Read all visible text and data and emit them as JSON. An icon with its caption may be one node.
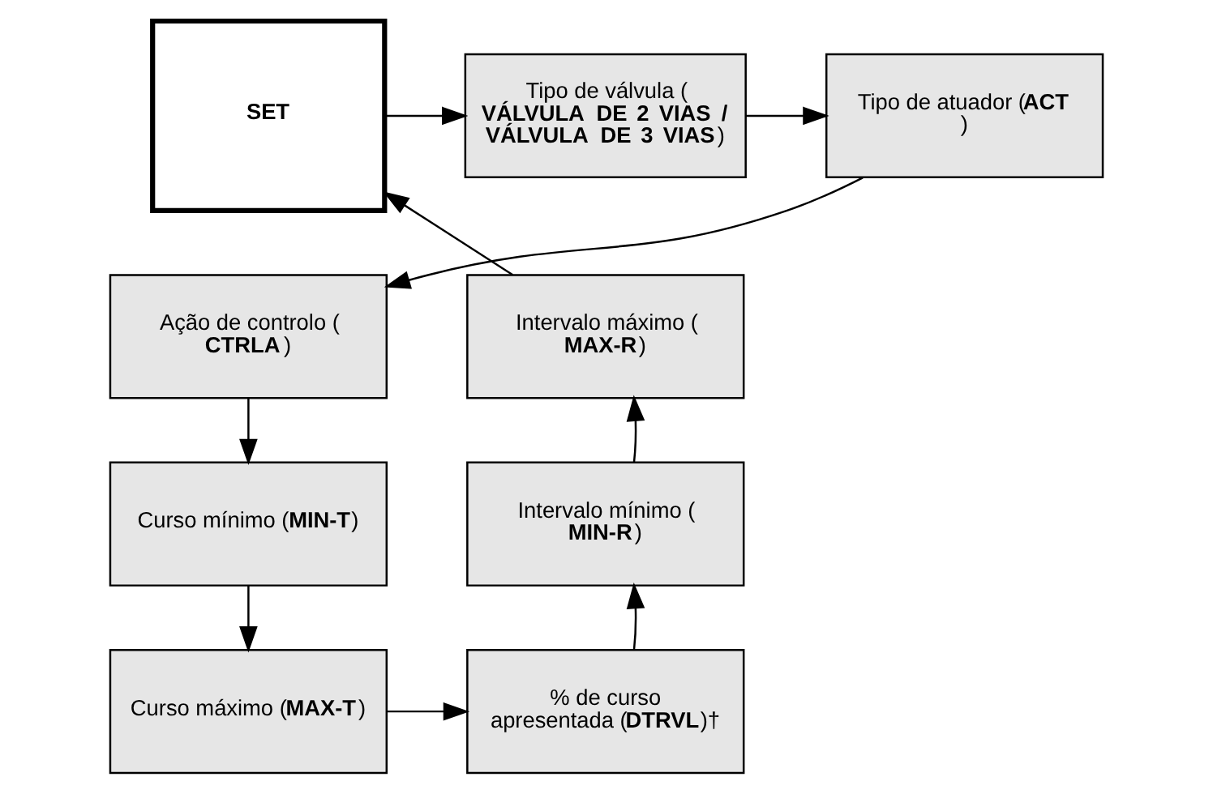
{
  "diagram": {
    "nodes": [
      {
        "text": [
          "**SET**"
        ]
      },
      {
        "text": [
          "Tipo de válvula (**VÁLVULA DE 2 VIAS / VÁLVULA DE 3 VIAS**)"
        ]
      },
      {
        "text": [
          "Tipo de atuador (**ACT**)"
        ]
      },
      {
        "text": [
          "Ação de controlo (**CTRLA**)"
        ]
      },
      {
        "text": [
          "Curso mínimo (**MIN-T**)"
        ]
      },
      {
        "text": [
          "Curso máximo (**MAX-T**)"
        ]
      },
      {
        "text": [
          "% de curso apresentada (**DTRVL**)†"
        ]
      },
      {
        "text": [
          "Intervalo mínimo (**MIN-R**)"
        ]
      },
      {
        "text": [
          "Intervalo máximo (**MAX-R**)"
        ]
      }
    ],
    "edges": [
      {
        "from": 0,
        "to": 1,
        "arrow": "to"
      },
      {
        "from": 1,
        "to": 2,
        "arrow": "to"
      },
      {
        "from": 2,
        "to": 3,
        "arrow": "to"
      },
      {
        "from": 3,
        "to": 4,
        "arrow": "to"
      },
      {
        "from": 4,
        "to": 5,
        "arrow": "to"
      },
      {
        "from": 5,
        "to": 6,
        "arrow": "to"
      },
      {
        "from": 6,
        "to": 7,
        "arrow": "to"
      },
      {
        "from": 7,
        "to": 8,
        "arrow": "to"
      },
      {
        "from": 8,
        "to": 0,
        "arrow": "to"
      }
    ]
  }
}
